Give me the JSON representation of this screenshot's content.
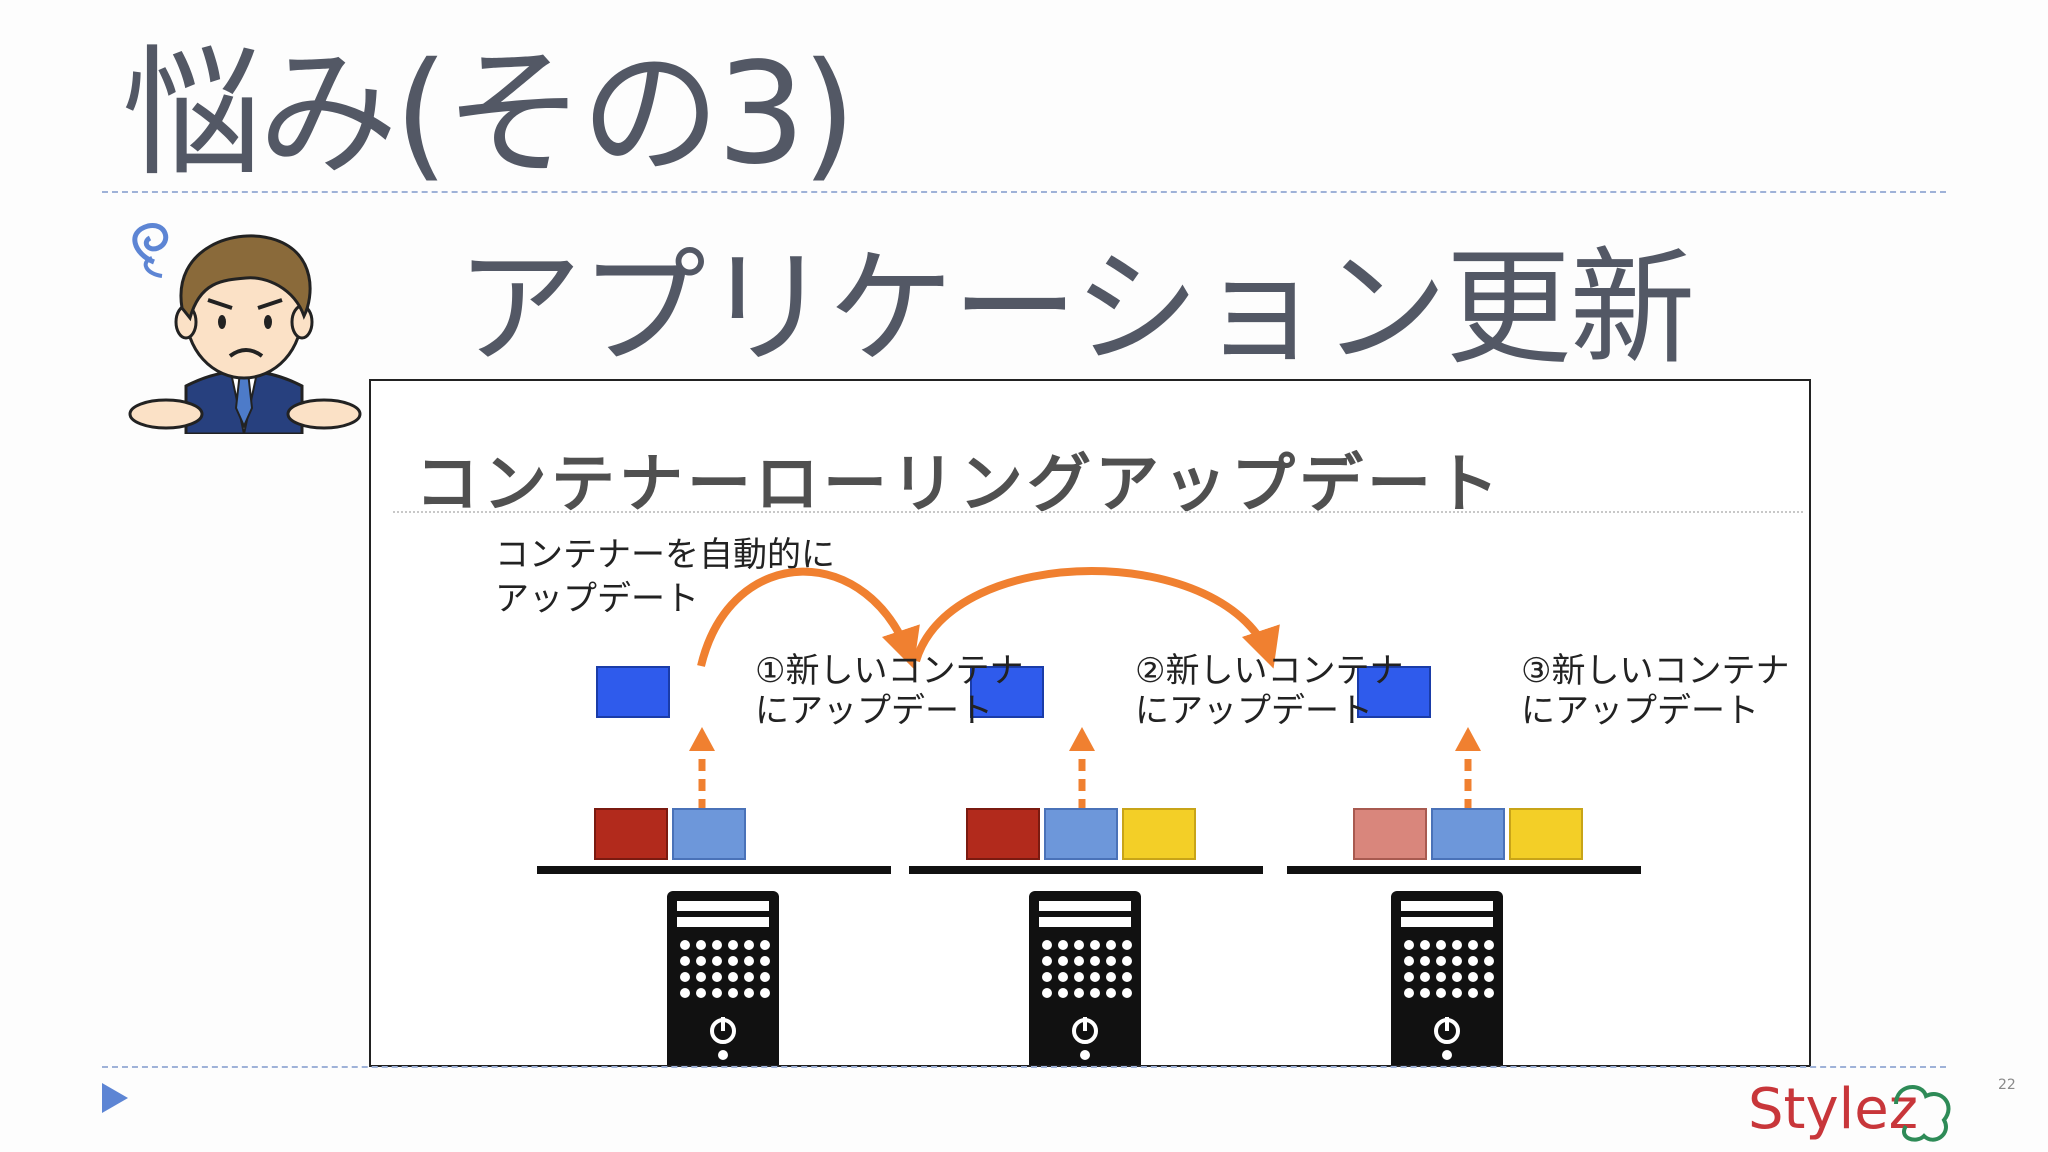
{
  "slide": {
    "title": "悩み(その3)",
    "subtitle": "アプリケーション更新",
    "page_number": "22"
  },
  "panel": {
    "title": "コンテナーローリングアップデート",
    "note": "コンテナーを自動的に\nアップデート",
    "steps": [
      {
        "label": "①新しいコンテナ\nにアップデート"
      },
      {
        "label": "②新しいコンテナ\nにアップデート"
      },
      {
        "label": "③新しいコンテナ\nにアップデート"
      }
    ]
  },
  "colors": {
    "new_container": "#2f5bec",
    "container_blue": "#6d97da",
    "container_red": "#b22a1c",
    "container_red_light": "#d9867c",
    "container_yellow": "#f3cf27",
    "arrow": "#f08030",
    "accent_blue": "#5d85d4"
  },
  "logo": {
    "text": "Stylez"
  }
}
